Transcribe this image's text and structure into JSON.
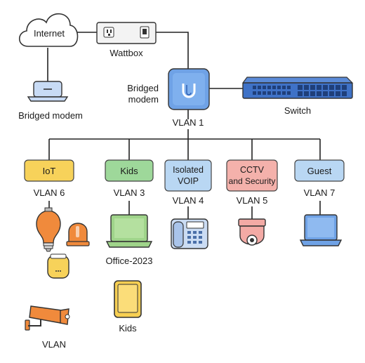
{
  "nodes": {
    "internet": "Internet",
    "wattbox": "Wattbox",
    "bridged_modem_device": "Bridged modem",
    "bridged_modem_router_line1": "Bridged",
    "bridged_modem_router_line2": "modem",
    "switch": "Switch",
    "vlan_main": "VLAN 1"
  },
  "vlans": [
    {
      "box": "IoT",
      "box_line2": "",
      "vlan": "VLAN 6",
      "color": "#f7d25a"
    },
    {
      "box": "Kids",
      "box_line2": "",
      "vlan": "VLAN 3",
      "color": "#9ed89a"
    },
    {
      "box": "Isolated",
      "box_line2": "VOIP",
      "vlan": "VLAN 4",
      "color": "#b9d7f3"
    },
    {
      "box": "CCTV",
      "box_line2": "and Security",
      "vlan": "VLAN 5",
      "color": "#f4b1ab"
    },
    {
      "box": "Guest",
      "box_line2": "",
      "vlan": "VLAN 7",
      "color": "#b9d7f3"
    }
  ],
  "devices": {
    "office_laptop": "Office-2023",
    "kids_tablet": "Kids",
    "bottom_label": "VLAN"
  },
  "colors": {
    "line": "#222222",
    "router_blue": "#6fa2e6",
    "switch_blue": "#3f72c7",
    "orange": "#f08a3c",
    "monitor_green": "#9fd48a",
    "tablet_yellow": "#f7cf52",
    "phone_blue": "#cbdcf3",
    "cam_pink": "#f3aaa5"
  }
}
